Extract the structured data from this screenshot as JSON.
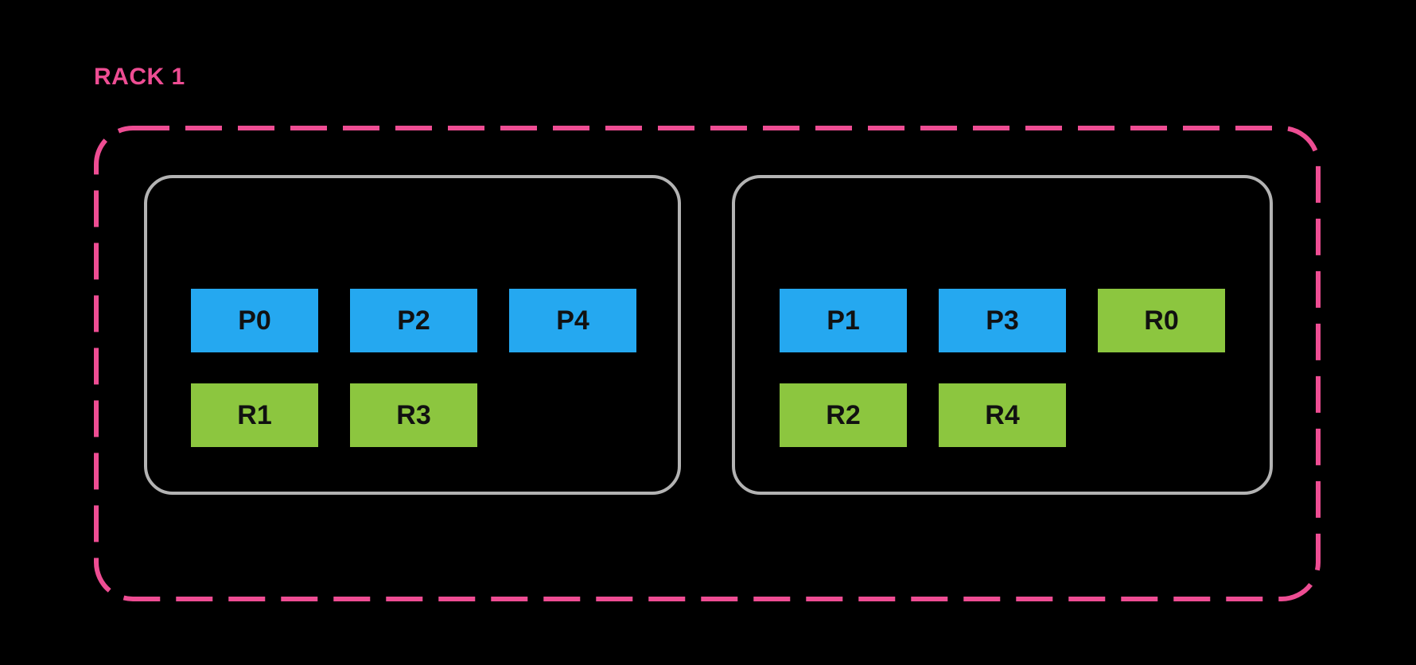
{
  "colors": {
    "pink": "#ee4d93",
    "blue": "#25a8f0",
    "green": "#8cc63f",
    "gray": "#b3b3b3",
    "bg": "#000000",
    "chip-text": "#111111"
  },
  "rack": {
    "label": "RACK 1",
    "nodes": [
      {
        "rows": [
          [
            {
              "label": "P0",
              "type": "primary",
              "color": "blue"
            },
            {
              "label": "P2",
              "type": "primary",
              "color": "blue"
            },
            {
              "label": "P4",
              "type": "primary",
              "color": "blue"
            }
          ],
          [
            {
              "label": "R1",
              "type": "replica",
              "color": "green"
            },
            {
              "label": "R3",
              "type": "replica",
              "color": "green"
            }
          ]
        ]
      },
      {
        "rows": [
          [
            {
              "label": "P1",
              "type": "primary",
              "color": "blue"
            },
            {
              "label": "P3",
              "type": "primary",
              "color": "blue"
            },
            {
              "label": "R0",
              "type": "replica",
              "color": "green"
            }
          ],
          [
            {
              "label": "R2",
              "type": "replica",
              "color": "green"
            },
            {
              "label": "R4",
              "type": "replica",
              "color": "green"
            }
          ]
        ]
      }
    ]
  }
}
